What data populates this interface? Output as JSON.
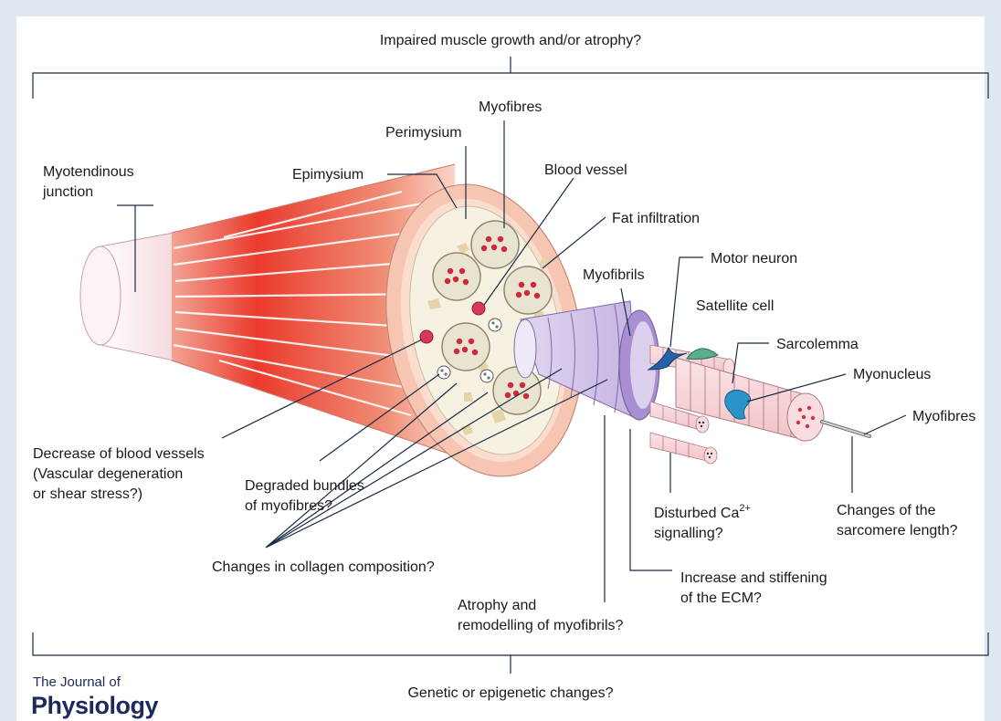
{
  "header_question": "Impaired muscle growth and/or atrophy?",
  "footer_question": "Genetic or epigenetic changes?",
  "journal": {
    "line1": "The Journal of",
    "line2": "Physiology"
  },
  "labels": {
    "myotendinous_1": "Myotendinous",
    "myotendinous_2": "junction",
    "epimysium": "Epimysium",
    "perimysium": "Perimysium",
    "myofibres_top": "Myofibres",
    "blood_vessel": "Blood vessel",
    "fat_infiltration": "Fat infiltration",
    "motor_neuron": "Motor neuron",
    "myofibrils": "Myofibrils",
    "satellite_cell": "Satellite cell",
    "sarcolemma": "Sarcolemma",
    "myonucleus": "Myonucleus",
    "myofibres_right": "Myofibres",
    "decrease_vessels_1": "Decrease of blood vessels",
    "decrease_vessels_2": "(Vascular degeneration",
    "decrease_vessels_3": "or shear stress?)",
    "degraded_1": "Degraded bundles",
    "degraded_2": "of myofibres?",
    "ca_1": "Disturbed Ca",
    "ca_sup": "2+",
    "ca_2": "signalling?",
    "sarcomere_1": "Changes of the",
    "sarcomere_2": "sarcomere length?",
    "collagen": "Changes in collagen composition?",
    "ecm_1": "Increase and stiffening",
    "ecm_2": "of the ECM?",
    "atrophy_1": "Atrophy and",
    "atrophy_2": "remodelling of myofibrils?"
  },
  "colors": {
    "muscle_red": "#ea3b2e",
    "muscle_pink": "#f6c4b8",
    "tendon": "#f9e4e7",
    "epimysium_ring": "#f7c6b3",
    "interior": "#f6f1e0",
    "fascicle": "#e9e4cf",
    "fibre_dot": "#d2263a",
    "myofibril_purple": "#c9b8e4",
    "myofibre_pink": "#f6d0d4",
    "satellite_green": "#5aae8e",
    "myonucleus_blue": "#2a93c8",
    "line": "#1a2a44",
    "logo": "#1d2a5c"
  }
}
